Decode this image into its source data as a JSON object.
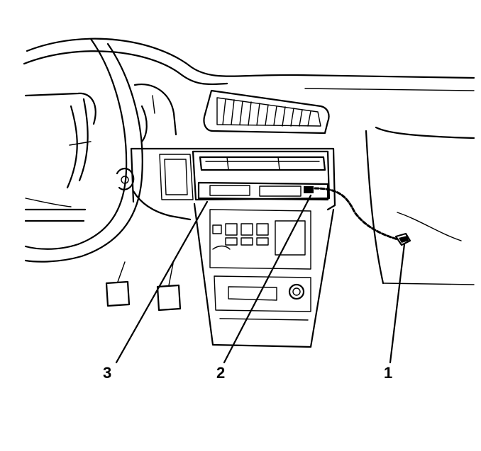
{
  "diagram": {
    "callouts": [
      {
        "id": "callout-1",
        "label": "1"
      },
      {
        "id": "callout-2",
        "label": "2"
      },
      {
        "id": "callout-3",
        "label": "3"
      }
    ]
  },
  "colors": {
    "ink": "#000000",
    "paper": "#ffffff"
  }
}
